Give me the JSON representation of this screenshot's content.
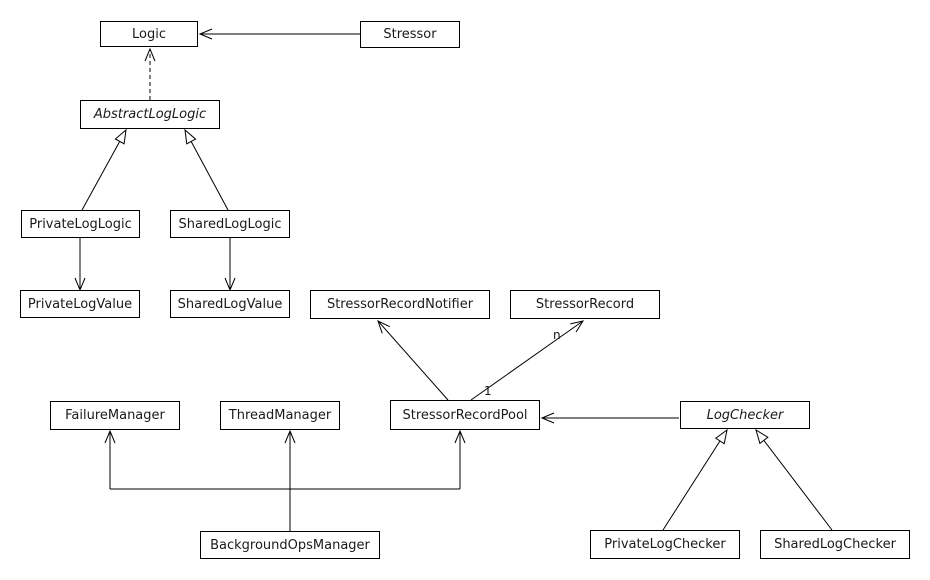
{
  "diagram": {
    "type": "uml-class-diagram",
    "classes": {
      "logic": "Logic",
      "stressor": "Stressor",
      "abstract_log_logic": "AbstractLogLogic",
      "private_log_logic": "PrivateLogLogic",
      "shared_log_logic": "SharedLogLogic",
      "private_log_value": "PrivateLogValue",
      "shared_log_value": "SharedLogValue",
      "stressor_record_notifier": "StressorRecordNotifier",
      "stressor_record": "StressorRecord",
      "failure_manager": "FailureManager",
      "thread_manager": "ThreadManager",
      "stressor_record_pool": "StressorRecordPool",
      "log_checker": "LogChecker",
      "background_ops_manager": "BackgroundOpsManager",
      "private_log_checker": "PrivateLogChecker",
      "shared_log_checker": "SharedLogChecker"
    },
    "multiplicity": {
      "pool_end": "1",
      "record_end": "n"
    },
    "colors": {
      "line": "#000000",
      "text": "#1a1a1a",
      "background": "#ffffff"
    }
  }
}
